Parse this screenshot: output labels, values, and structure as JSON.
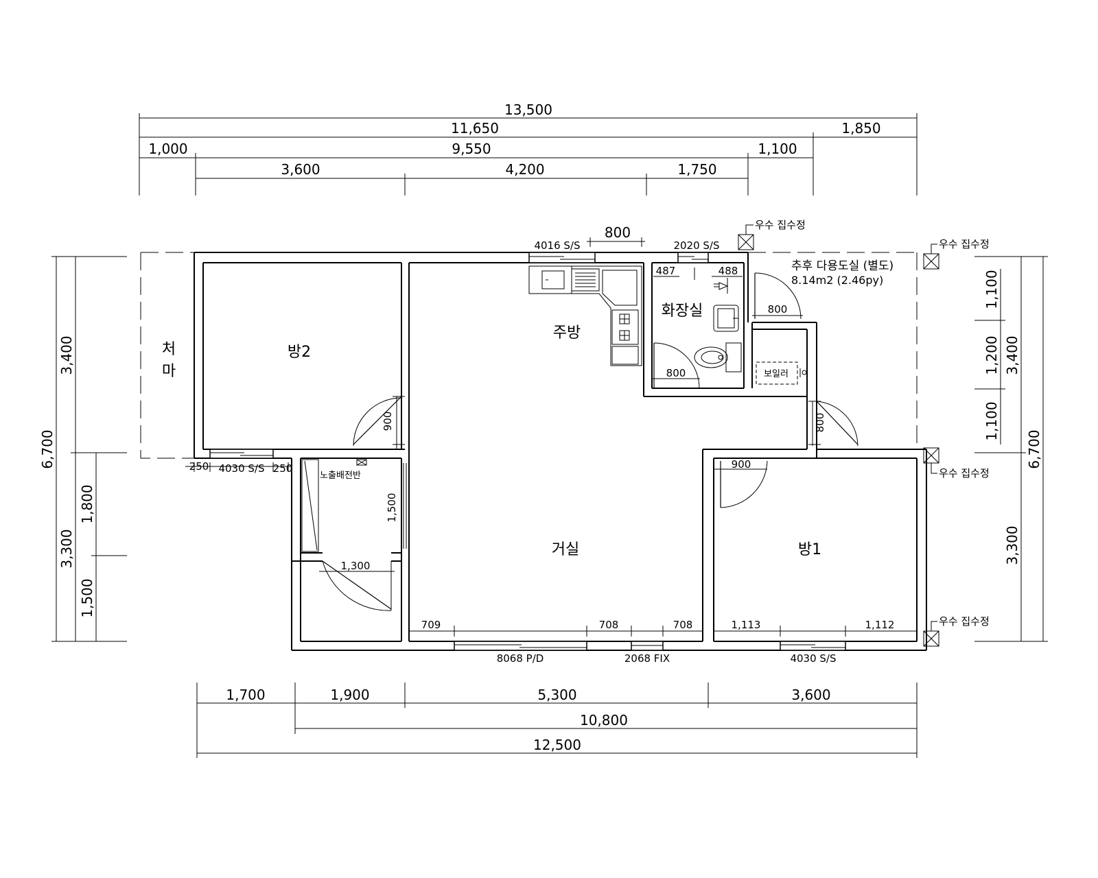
{
  "dims": {
    "top": [
      "13,500",
      "11,650",
      "1,850",
      "1,000",
      "9,550",
      "1,100",
      "3,600",
      "4,200",
      "1,750"
    ],
    "bottom": [
      "1,700",
      "1,900",
      "5,300",
      "3,600",
      "10,800",
      "12,500"
    ],
    "left": [
      "6,700",
      "3,400",
      "3,300",
      "1,800",
      "1,500"
    ],
    "right": [
      "1,100",
      "1,200",
      "1,100",
      "3,400",
      "6,700",
      "3,300"
    ]
  },
  "rooms": {
    "room2": "방2",
    "kitchen": "주방",
    "bathroom": "화장실",
    "living": "거실",
    "room1": "방1",
    "eaves_1": "처",
    "eaves_2": "마",
    "boiler": "보일러",
    "panel": "노출배전반",
    "utility_title": "추후 다용도실 (별도)",
    "utility_area": "8.14m2 (2.46py)"
  },
  "drains": [
    "우수 집수정",
    "우수 집수정",
    "우수 집수정",
    "우수 집수정"
  ],
  "windows": {
    "w_4016": "4016 S/S",
    "w_2020": "2020 S/S",
    "w_4030_left": "4030 S/S",
    "w_8068": "8068 P/D",
    "w_2068": "2068 FIX",
    "w_4030_right": "4030 S/S"
  },
  "inner_dims": {
    "d800_top": "800",
    "d487": "487",
    "d488": "488",
    "d800_door_util": "800",
    "d800_bath": "800",
    "d900_room2": "900",
    "d800_boiler": "800",
    "d900_room1": "900",
    "d250_a": "250",
    "d250_b": "250",
    "d1500": "1,500",
    "d1300": "1,300",
    "d709": "709",
    "d708_a": "708",
    "d708_b": "708",
    "d1113": "1,113",
    "d1112": "1,112"
  }
}
